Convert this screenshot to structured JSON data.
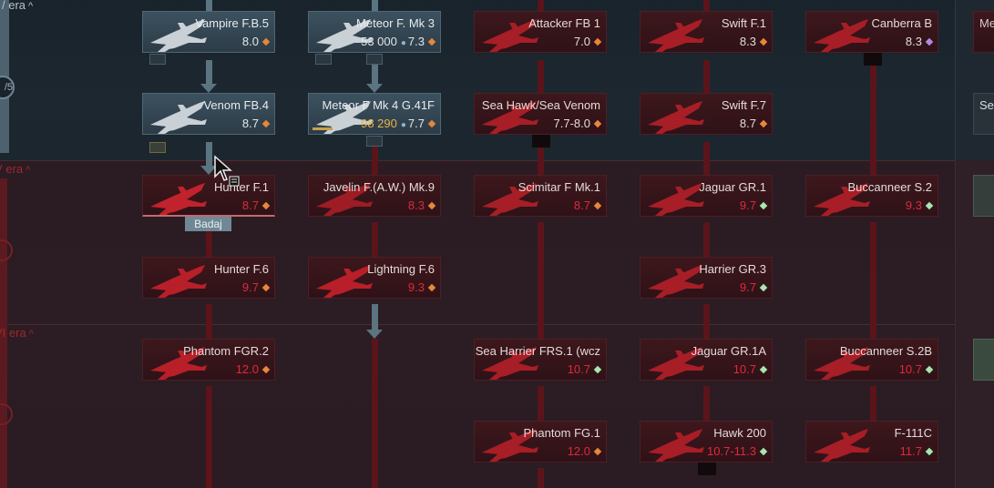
{
  "eras": {
    "top_label": "/ era",
    "mid_label": "V era",
    "bot_label": "VI era",
    "rank_counter": "/5"
  },
  "tooltip": "Badaj",
  "colors": {
    "locked_br": "#e0293a",
    "researched_bg": "#3c515f",
    "locked_bg": "#3d171c",
    "rank_diamond_orange": "#e8863a",
    "rank_diamond_green": "#a8e6b0",
    "rank_diamond_violet": "#b08ae0"
  },
  "columns": [
    {
      "cards": [
        {
          "name": "Vampire F.B.5",
          "br": "8.0",
          "state": "researched",
          "rank_icon": "orange"
        },
        {
          "name": "Venom FB.4",
          "br": "8.7",
          "state": "researched",
          "rank_icon": "orange"
        },
        {
          "name": "Hunter F.1",
          "br": "8.7",
          "state": "locked",
          "rank_icon": "orange"
        },
        {
          "name": "Hunter F.6",
          "br": "9.7",
          "state": "locked",
          "rank_icon": "orange"
        },
        {
          "name": "Phantom FGR.2",
          "br": "12.0",
          "state": "locked",
          "rank_icon": "orange"
        }
      ]
    },
    {
      "cards": [
        {
          "name": "Meteor F. Mk 3",
          "br": "7.3",
          "extra": "53 000",
          "state": "researched",
          "rank_icon": "orange"
        },
        {
          "name": "Meteor F Mk 4 G.41F",
          "br": "7.7",
          "extra": "98 290",
          "state": "researched",
          "rank_icon": "orange"
        },
        {
          "name": "Javelin F.(A.W.) Mk.9",
          "br": "8.3",
          "state": "locked",
          "rank_icon": "orange"
        },
        {
          "name": "Lightning F.6",
          "br": "9.3",
          "state": "locked",
          "rank_icon": "orange"
        }
      ]
    },
    {
      "cards": [
        {
          "name": "Attacker FB 1",
          "br": "7.0",
          "state": "locked",
          "rank_icon": "orange"
        },
        {
          "name": "Sea Hawk/Sea Venom",
          "br": "7.7-8.0",
          "state": "locked",
          "rank_icon": "orange"
        },
        {
          "name": "Scimitar F Mk.1",
          "br": "8.7",
          "state": "locked",
          "rank_icon": "orange"
        },
        {
          "name": "Sea Harrier FRS.1 (wcz",
          "br": "10.7",
          "state": "locked",
          "rank_icon": "green"
        },
        {
          "name": "Phantom FG.1",
          "br": "12.0",
          "state": "locked",
          "rank_icon": "orange"
        }
      ]
    },
    {
      "cards": [
        {
          "name": "Swift F.1",
          "br": "8.3",
          "state": "locked",
          "rank_icon": "orange"
        },
        {
          "name": "Swift F.7",
          "br": "8.7",
          "state": "locked",
          "rank_icon": "orange"
        },
        {
          "name": "Jaguar GR.1",
          "br": "9.7",
          "state": "locked",
          "rank_icon": "green"
        },
        {
          "name": "Harrier GR.3",
          "br": "9.7",
          "state": "locked",
          "rank_icon": "green"
        },
        {
          "name": "Jaguar GR.1A",
          "br": "10.7",
          "state": "locked",
          "rank_icon": "green"
        },
        {
          "name": "Hawk 200",
          "br": "10.7-11.3",
          "state": "locked",
          "rank_icon": "green"
        }
      ]
    },
    {
      "cards": [
        {
          "name": "Canberra B",
          "br": "8.3",
          "state": "locked",
          "rank_icon": "violet"
        },
        {
          "name": "Buccanneer S.2",
          "br": "9.3",
          "state": "locked",
          "rank_icon": "green"
        },
        {
          "name": "Buccanneer S.2B",
          "br": "10.7",
          "state": "locked",
          "rank_icon": "green"
        },
        {
          "name": "F-111C",
          "br": "11.7",
          "state": "locked",
          "rank_icon": "green"
        }
      ]
    }
  ],
  "partial": {
    "top1": "Me",
    "top2": "Se"
  }
}
